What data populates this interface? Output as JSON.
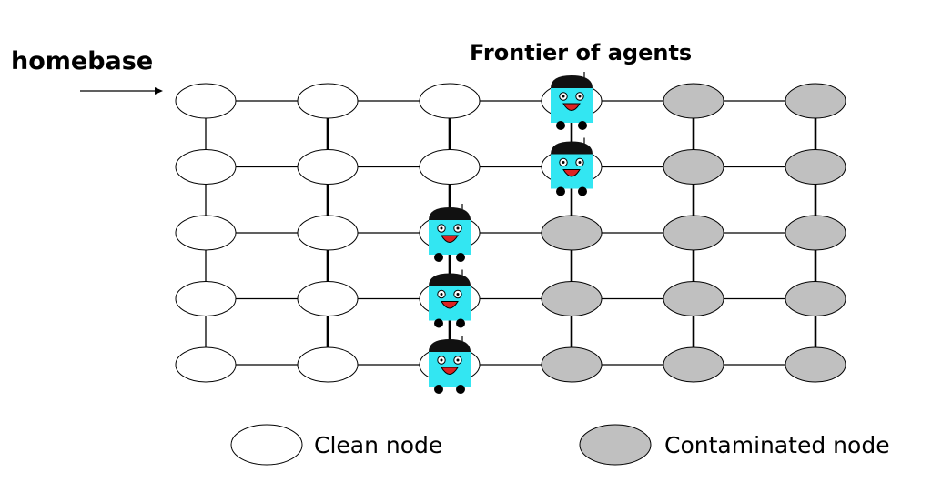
{
  "labels": {
    "homebase": "homebase",
    "frontier": "Frontier of agents"
  },
  "legend": {
    "clean_label": "Clean node",
    "contaminated_label": "Contaminated node"
  },
  "grid": {
    "rows": 5,
    "cols": 6,
    "states": [
      [
        "clean",
        "clean",
        "clean",
        "clean",
        "contaminated",
        "contaminated"
      ],
      [
        "clean",
        "clean",
        "clean",
        "clean",
        "contaminated",
        "contaminated"
      ],
      [
        "clean",
        "clean",
        "clean",
        "contaminated",
        "contaminated",
        "contaminated"
      ],
      [
        "clean",
        "clean",
        "clean",
        "contaminated",
        "contaminated",
        "contaminated"
      ],
      [
        "clean",
        "clean",
        "clean",
        "contaminated",
        "contaminated",
        "contaminated"
      ]
    ]
  },
  "agents": [
    {
      "row": 0,
      "col": 3
    },
    {
      "row": 1,
      "col": 3
    },
    {
      "row": 2,
      "col": 2
    },
    {
      "row": 3,
      "col": 2
    },
    {
      "row": 4,
      "col": 2
    }
  ],
  "colors": {
    "clean_fill": "#ffffff",
    "contaminated_fill": "#c0c0c0",
    "agent_body": "#33e6f2",
    "agent_hair": "#111111",
    "agent_mouth": "#dd2222",
    "edge": "#000000"
  }
}
